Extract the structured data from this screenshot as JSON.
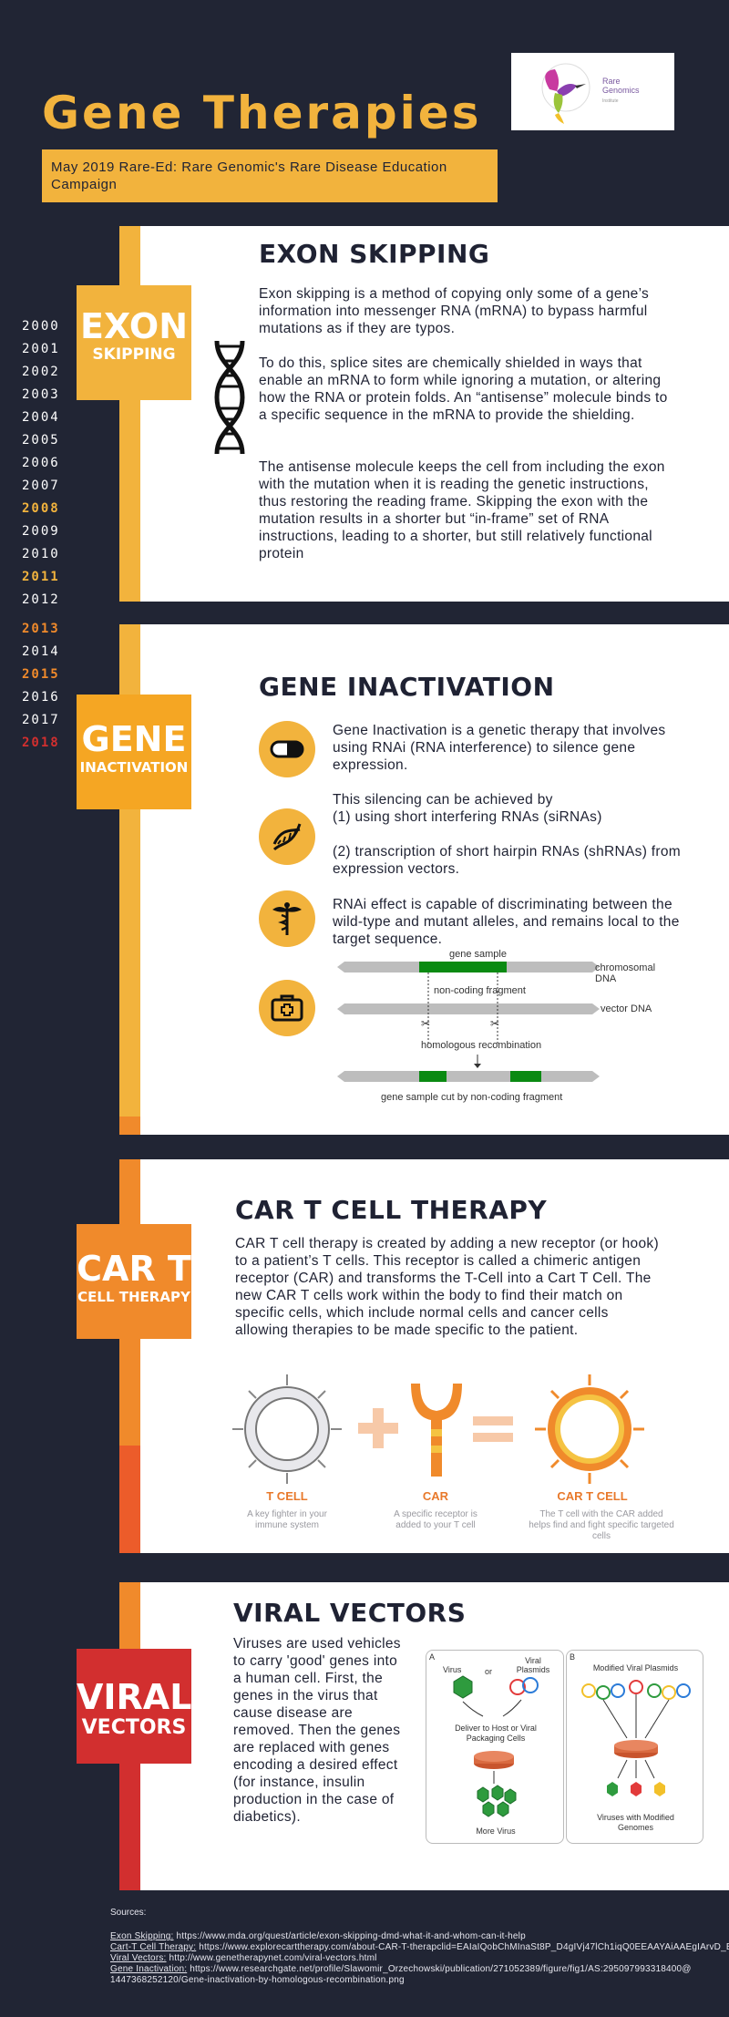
{
  "header": {
    "title": "Gene Therapies",
    "subtitle": "May 2019 Rare-Ed: Rare Genomic's Rare Disease Education Campaign",
    "logo_text_line1": "Rare",
    "logo_text_line2": "Genomics",
    "logo_text_line3": "Institute"
  },
  "colors": {
    "background": "#212534",
    "yellow": "#f2b33d",
    "orange": "#f5a623",
    "car_orange": "#f08a2b",
    "red": "#d22f2f",
    "green": "#0a8a12"
  },
  "timeline": [
    {
      "year": "2000",
      "highlight": false
    },
    {
      "year": "2001",
      "highlight": false
    },
    {
      "year": "2002",
      "highlight": false
    },
    {
      "year": "2003",
      "highlight": false
    },
    {
      "year": "2004",
      "highlight": false
    },
    {
      "year": "2005",
      "highlight": false
    },
    {
      "year": "2006",
      "highlight": false
    },
    {
      "year": "2007",
      "highlight": false
    },
    {
      "year": "2008",
      "highlight": true,
      "color": "#f2b33d"
    },
    {
      "year": "2009",
      "highlight": false
    },
    {
      "year": "2010",
      "highlight": false
    },
    {
      "year": "2011",
      "highlight": true,
      "color": "#f2b33d"
    },
    {
      "year": "2012",
      "highlight": false
    },
    {
      "year": "2013",
      "highlight": true,
      "color": "#f08a2b"
    },
    {
      "year": "2014",
      "highlight": false
    },
    {
      "year": "2015",
      "highlight": true,
      "color": "#f08a2b"
    },
    {
      "year": "2016",
      "highlight": false
    },
    {
      "year": "2017",
      "highlight": false
    },
    {
      "year": "2018",
      "highlight": true,
      "color": "#d22f2f"
    }
  ],
  "exon": {
    "tab_big": "EXON",
    "tab_small": "SKIPPING",
    "heading": "EXON SKIPPING",
    "icon": "dna-helix-icon",
    "p1": "Exon skipping is a method of copying only some of a gene’s information into messenger RNA (mRNA) to bypass harmful mutations as if they are typos.",
    "p2": "To do this, splice sites are chemically shielded in ways that enable an mRNA to form while ignoring a mutation, or altering how the RNA or protein folds. An “antisense” molecule binds to a specific sequence in the mRNA to provide the shielding.",
    "p3": "The antisense molecule keeps the cell from including the exon with the mutation when it is reading the genetic instructions, thus restoring the reading frame. Skipping the exon with the mutation results in a shorter but “in-frame” set of RNA instructions, leading to a shorter, but still relatively functional protein"
  },
  "gene": {
    "tab_big": "GENE",
    "tab_small": "INACTIVATION",
    "heading": "GENE INACTIVATION",
    "p1": "Gene Inactivation is a genetic therapy that involves using RNAi (RNA interference) to silence gene expression.",
    "p2a": "This silencing can be achieved by",
    "p2b": "(1) using short interfering RNAs (siRNAs)",
    "p2c": "(2) transcription of short hairpin RNAs (shRNAs) from expression vectors.",
    "p3": "RNAi effect is capable of discriminating between the wild-type and mutant alleles, and remains local to the target sequence.",
    "icons": [
      "capsule-icon",
      "dna-icon",
      "caduceus-icon",
      "first-aid-kit-icon"
    ],
    "diagram": {
      "gene_sample": "gene sample",
      "chromosomal": "chromosomal DNA",
      "non_coding": "non-coding fragment",
      "vector": "vector DNA",
      "homologous": "homologous recombination",
      "result": "gene sample cut by non-coding fragment"
    }
  },
  "car": {
    "tab_big": "CAR T",
    "tab_small": "CELL THERAPY",
    "heading": "CAR T CELL THERAPY",
    "p1": "CAR T cell therapy is created by adding a new receptor (or hook) to a patient’s T cells. This receptor is called a chimeric antigen receptor (CAR) and transforms the T-Cell into a Cart T Cell. The new CAR T cells work within the body to find their match on specific cells, which include normal cells and cancer cells allowing therapies to be made specific to the patient.",
    "labels": [
      {
        "title": "T CELL",
        "sub": "A key fighter in your immune system"
      },
      {
        "title": "CAR",
        "sub": "A specific receptor is added to your T cell"
      },
      {
        "title": "CAR T CELL",
        "sub": "The T cell with the CAR added helps find and fight specific targeted cells"
      }
    ]
  },
  "viral": {
    "tab_big": "VIRAL",
    "tab_small": "VECTORS",
    "heading": "VIRAL VECTORS",
    "p1": "Viruses are used vehicles to carry 'good' genes into a human cell. First, the genes in the virus that cause disease are removed. Then the genes are replaced with genes encoding a desired effect (for instance, insulin production in the case of diabetics).",
    "figA": {
      "letter": "A",
      "virus": "Virus",
      "or": "or",
      "plasmids": "Viral Plasmids",
      "deliver": "Deliver to Host or Viral Packaging Cells",
      "result": "More Virus"
    },
    "figB": {
      "letter": "B",
      "title": "Modified Viral Plasmids",
      "result": "Viruses with Modified Genomes"
    }
  },
  "sources": {
    "label": "Sources:",
    "items": [
      {
        "name": "Exon Skipping:",
        "url": " https://www.mda.org/quest/article/exon-skipping-dmd-what-it-and-whom-can-it-help"
      },
      {
        "name": "Cart-T Cell Therapy:",
        "url": " https://www.explorecarttherapy.com/about-CAR-T-therapclid=EAIaIQobChMInaSt8P_D4gIVj47lCh1iqQ0EEAAYAiAAEgIArvD_BwE"
      },
      {
        "name": "Viral Vectors:",
        "url": " http://www.genetherapynet.com/viral-vectors.html"
      },
      {
        "name": "Gene Inactivation:",
        "url": " https://www.researchgate.net/profile/Slawomir_Orzechowski/publication/271052389/figure/fig1/AS:295097993318400@1447368252120/Gene-inactivation-by-homologous-recombination.png"
      }
    ]
  }
}
